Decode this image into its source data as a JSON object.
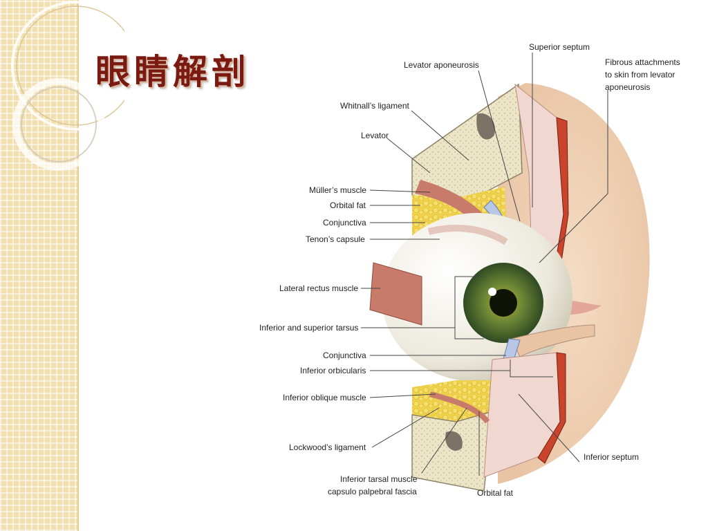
{
  "slide": {
    "title": "眼睛解剖"
  },
  "labels": {
    "superior_septum": "Superior septum",
    "levator_aponeurosis": "Levator aponeurosis",
    "fibrous_1": "Fibrous attachments",
    "fibrous_2": "to skin from levator",
    "fibrous_3": "aponeurosis",
    "whitnalls_ligament": "Whitnall’s ligament",
    "levator": "Levator",
    "mullers_muscle": "Müller’s muscle",
    "orbital_fat_top": "Orbital fat",
    "conjunctiva_top": "Conjunctiva",
    "tenons_capsule": "Tenon’s capsule",
    "lateral_rectus": "Lateral rectus muscle",
    "tarsus": "Inferior and superior tarsus",
    "conjunctiva_bottom": "Conjunctiva",
    "inferior_orbicularis": "Inferior orbicularis",
    "inferior_oblique": "Inferior oblique muscle",
    "lockwoods_ligament": "Lockwood’s ligament",
    "inferior_tarsal_1": "Inferior tarsal muscle",
    "inferior_tarsal_2": "capsulo palpebral fascia",
    "orbital_fat_bottom": "Orbital fat",
    "inferior_septum": "Inferior septum"
  },
  "colors": {
    "title": "#7a1a10",
    "sidebar": "#f1dfb0",
    "muscle": "#c97b6b",
    "fat": "#efd24a",
    "bone": "#e8e2c8",
    "iris": "#4d6b2a"
  }
}
